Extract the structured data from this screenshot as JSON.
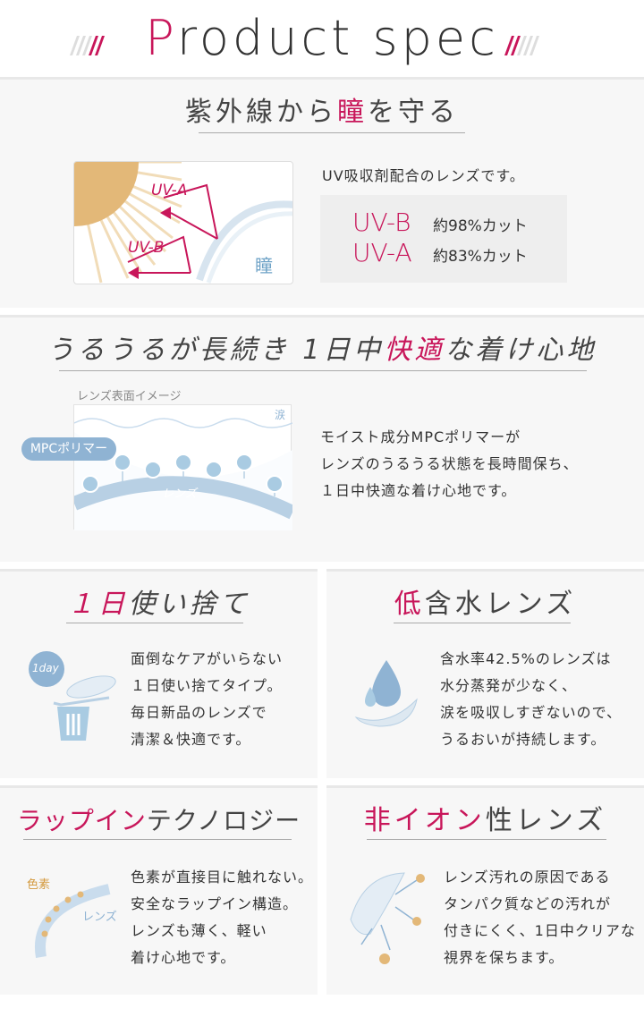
{
  "header": {
    "title_initial": "P",
    "title_rest": "roduct spec"
  },
  "uv_section": {
    "title_before": "紫外線から",
    "title_highlight": "瞳",
    "title_after": "を守る",
    "illustration": {
      "uva_label": "UV-A",
      "uvb_label": "UV-B",
      "eye_label": "瞳"
    },
    "intro": "UV吸収剤配合のレンズです。",
    "rates": [
      {
        "key": "UV-B",
        "value": "約98%カット"
      },
      {
        "key": "UV-A",
        "value": "約83%カット"
      }
    ]
  },
  "moist_section": {
    "title_before": "うるうるが長続き 1日中",
    "title_highlight": "快適",
    "title_after": "な着け心地",
    "image_caption": "レンズ表面イメージ",
    "illustration": {
      "tear_label": "涙",
      "mpc_label": "MPCポリマー",
      "lens_label": "レンズ"
    },
    "lines": [
      "モイスト成分MPCポリマーが",
      "レンズのうるうる状態を長時間保ち、",
      "１日中快適な着け心地です。"
    ]
  },
  "features": [
    {
      "title_highlight": "１日",
      "title_rest": "使い捨て",
      "icon_label": "1day",
      "lines": [
        "面倒なケアがいらない",
        "１日使い捨てタイプ。",
        "毎日新品のレンズで",
        "清潔＆快適です。"
      ]
    },
    {
      "title_highlight": "低",
      "title_rest": "含水レンズ",
      "lines": [
        "含水率42.5%のレンズは",
        "水分蒸発が少なく、",
        "涙を吸収しすぎないので、",
        "うるおいが持続します。"
      ]
    },
    {
      "title_highlight": "ラップイン",
      "title_rest": "テクノロジー",
      "icon_labels": {
        "pigment": "色素",
        "lens": "レンズ"
      },
      "lines": [
        "色素が直接目に触れない。",
        "安全なラップイン構造。",
        "レンズも薄く、軽い",
        "着け心地です。"
      ]
    },
    {
      "title_highlight": "非イオン",
      "title_rest": "性レンズ",
      "lines": [
        "レンズ汚れの原因である",
        "タンパク質などの汚れが",
        "付きにくく、1日中クリアな",
        "視界を保ちます。"
      ]
    }
  ],
  "colors": {
    "accent": "#c8165a",
    "panel": "#f7f7f7",
    "blue": "#8fb3d3",
    "sun": "#e3b878"
  }
}
